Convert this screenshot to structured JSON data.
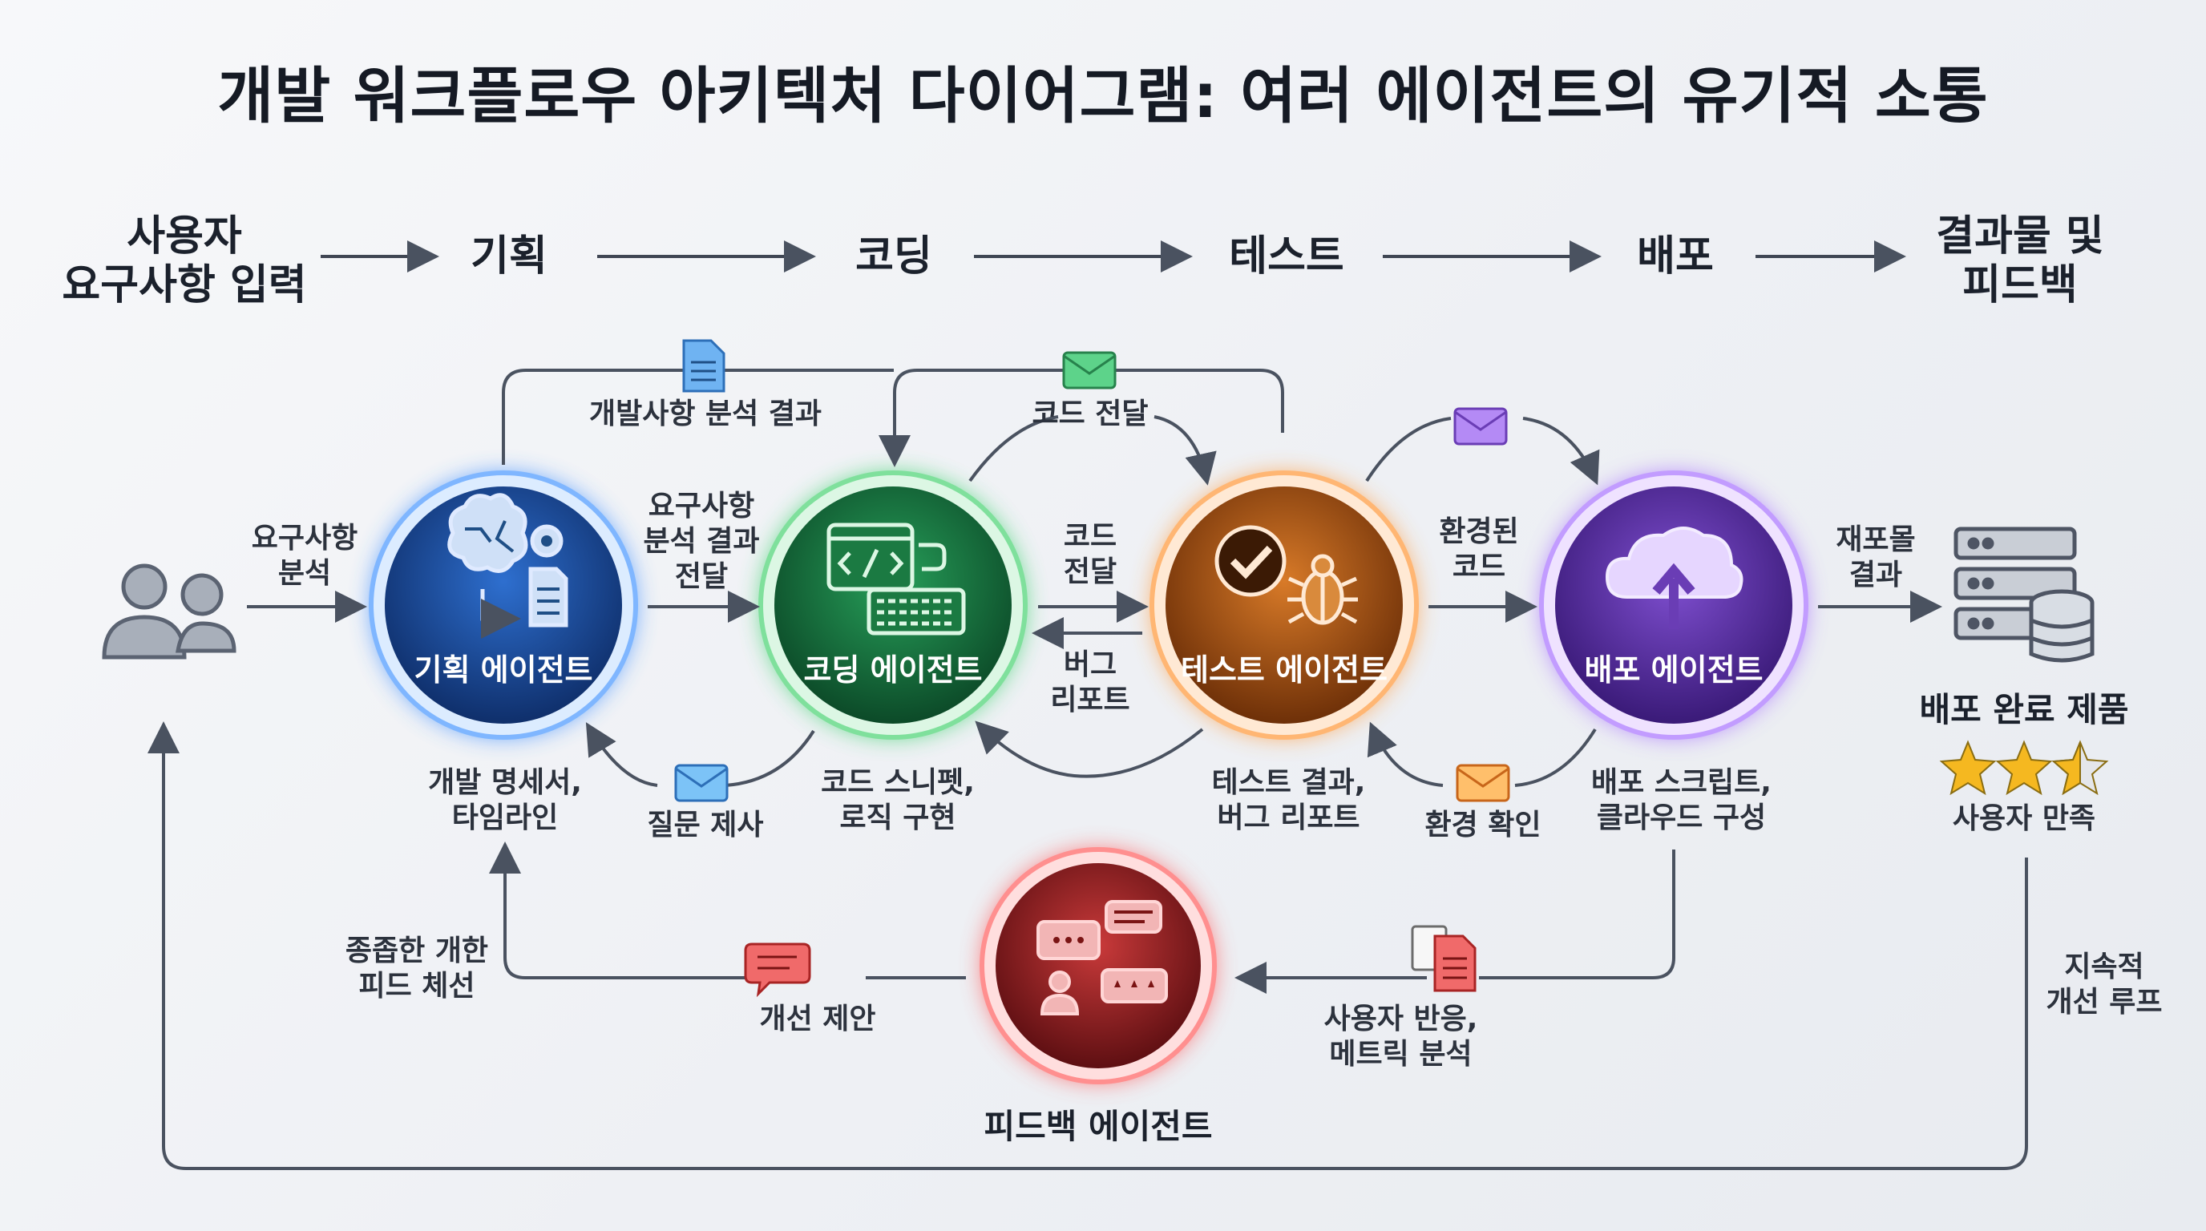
{
  "title": "개발 워크플로우 아키텍처 다이어그램: 여러 에이전트의 유기적 소통",
  "stages": [
    "사용자\n요구사항 입력",
    "기획",
    "코딩",
    "테스트",
    "배포",
    "결과물 및\n피드백"
  ],
  "agents": {
    "planning": "기획 에이전트",
    "coding": "코딩 에이전트",
    "testing": "테스트 에이전트",
    "deploy": "배포 에이전트",
    "feedback": "피드백 에이전트"
  },
  "labels": {
    "req_analysis": "요구사항\n분석",
    "dev_analysis_result": "개발사항 분석 결과",
    "req_result_forward": "요구사항\n분석 결과\n전달",
    "code_forward_top": "코드 전달",
    "code_forward_mid": "코드\n전달",
    "bug_report": "버그\n리포트",
    "env_code": "환경된\n코드",
    "artifact_result": "재포몰\n결과",
    "dev_spec": "개발 명세서,\n타임라인",
    "question": "질문 제사",
    "code_snippet": "코드 스니펫,\n로직 구현",
    "test_result": "테스트 결과,\n버그 리포트",
    "env_check": "환경 확인",
    "deploy_script": "배포 스크립트,\n클라우드 구성",
    "comprehensive": "종좁한 개한\n피드 체선",
    "improve_suggest": "개선 제안",
    "user_reaction": "사용자 반응,\n메트릭 분석",
    "continuous": "지속적\n개선 루프"
  },
  "product": {
    "name": "배포 완료 제품",
    "satisfaction": "사용자 만족",
    "rating": 2.5
  },
  "colors": {
    "planning": "#1f5fb8",
    "coding": "#1f8a4c",
    "testing": "#c8661a",
    "deploy": "#6a3db5",
    "feedback": "#b52b2b",
    "arrow": "#4a5260"
  }
}
